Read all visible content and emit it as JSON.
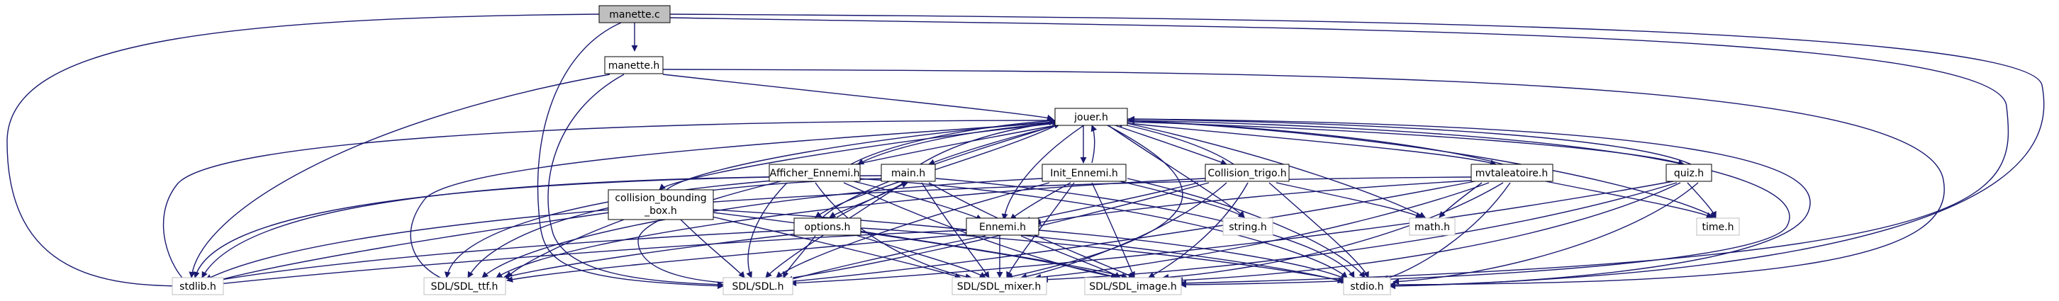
{
  "colors": {
    "edge": "#191970",
    "focus_fill": "#bfbfbf",
    "documented_border": "#000000",
    "external_border": "#bfbfbf"
  },
  "nodes": {
    "manette_c": "manette.c",
    "manette_h": "manette.h",
    "jouer_h": "jouer.h",
    "afficher_ennemi_h": "Afficher_Ennemi.h",
    "main_h": "main.h",
    "init_ennemi_h": "Init_Ennemi.h",
    "collision_trigo_h": "Collision_trigo.h",
    "mvtaleatoire_h": "mvtaleatoire.h",
    "quiz_h": "quiz.h",
    "options_h": "options.h",
    "collision_bounding_box_h_line1": "collision_bounding",
    "collision_bounding_box_h_line2": "_box.h",
    "ennemi_h": "Ennemi.h",
    "string_h": "string.h",
    "math_h": "math.h",
    "time_h": "time.h",
    "stdlib_h": "stdlib.h",
    "sdl_ttf_h": "SDL/SDL_ttf.h",
    "sdl_h": "SDL/SDL.h",
    "sdl_mixer_h": "SDL/SDL_mixer.h",
    "sdl_image_h": "SDL/SDL_image.h",
    "stdio_h": "stdio.h"
  }
}
